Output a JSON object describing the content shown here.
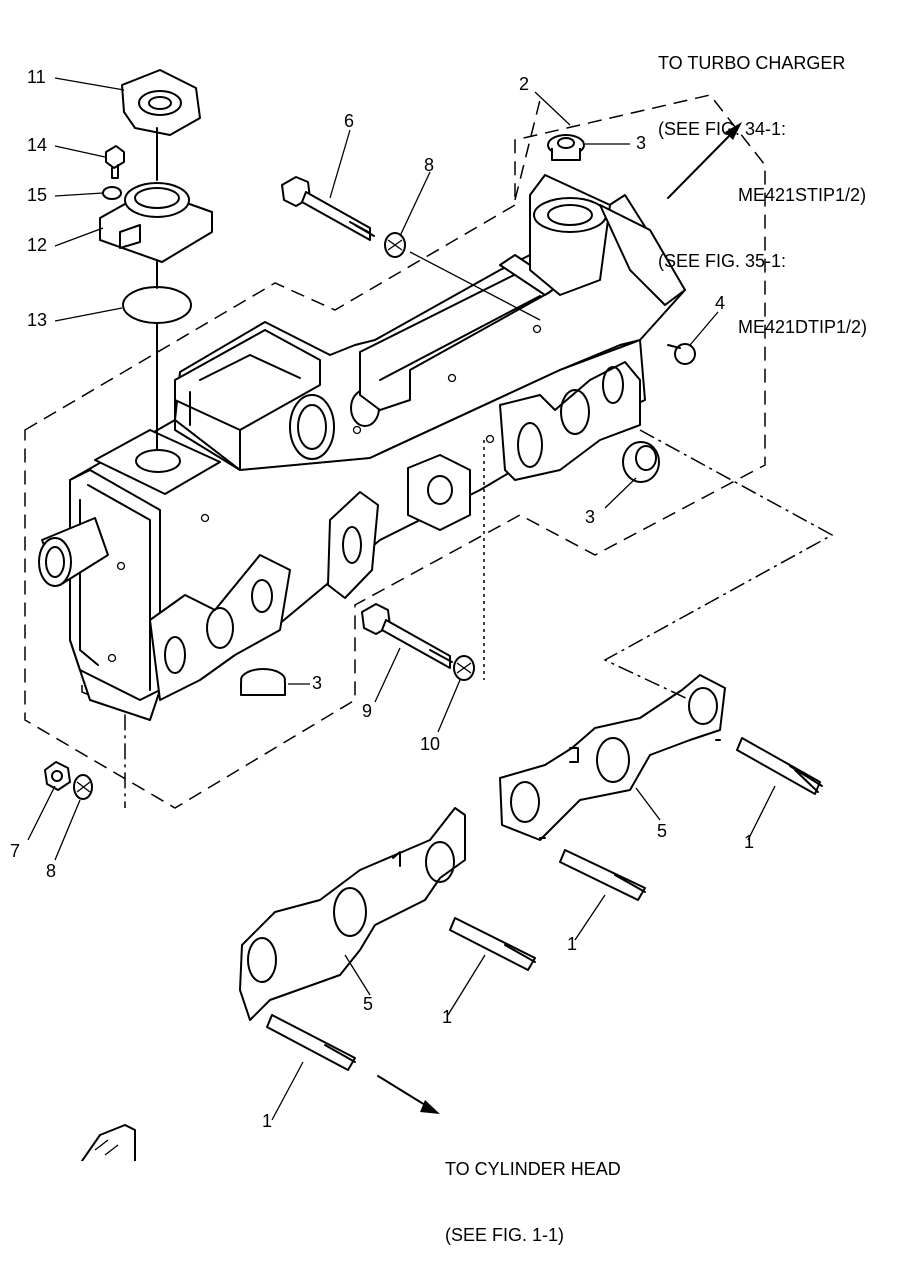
{
  "notes": {
    "turbo": [
      "TO TURBO CHARGER",
      "(SEE FIG. 34-1:",
      "ME421STIP1/2)",
      "(SEE FIG. 35-1:",
      "ME421DTIP1/2)"
    ],
    "cylinder": [
      "TO CYLINDER HEAD",
      "(SEE FIG. 1-1)"
    ]
  },
  "callouts": {
    "c11": "11",
    "c14": "14",
    "c15": "15",
    "c12": "12",
    "c13": "13",
    "c6": "6",
    "c8a": "8",
    "c2": "2",
    "c3a": "3",
    "c4": "4",
    "c3b": "3",
    "c3c": "3",
    "c9": "9",
    "c10": "10",
    "c7": "7",
    "c8b": "8",
    "c5a": "5",
    "c1a": "1",
    "c1b": "1",
    "c5b": "5",
    "c1c": "1",
    "c1d": "1"
  }
}
